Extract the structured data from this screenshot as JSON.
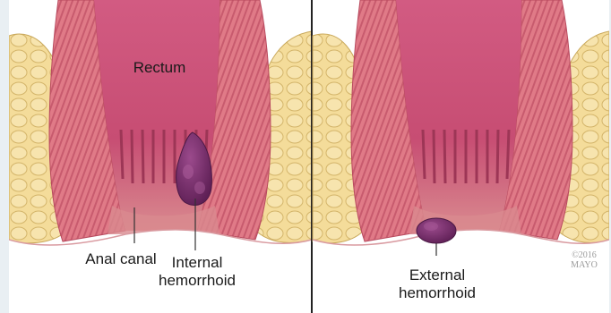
{
  "panels": [
    {
      "name": "internal",
      "labels": {
        "rectum": "Rectum",
        "anal_canal": "Anal canal",
        "hemorrhoid": "Internal\nhemorrhoid"
      }
    },
    {
      "name": "external",
      "labels": {
        "hemorrhoid": "External\nhemorrhoid"
      }
    }
  ],
  "credit": "©2016\nMAYO",
  "colors": {
    "fat": "#f4dc9a",
    "fat_outline": "#c9a85a",
    "muscle": "#e07a87",
    "muscle_stripe": "#b84a5e",
    "lumen": "#c74d73",
    "hemorrhoid": "#7b2f6e",
    "divider": "#222222"
  }
}
